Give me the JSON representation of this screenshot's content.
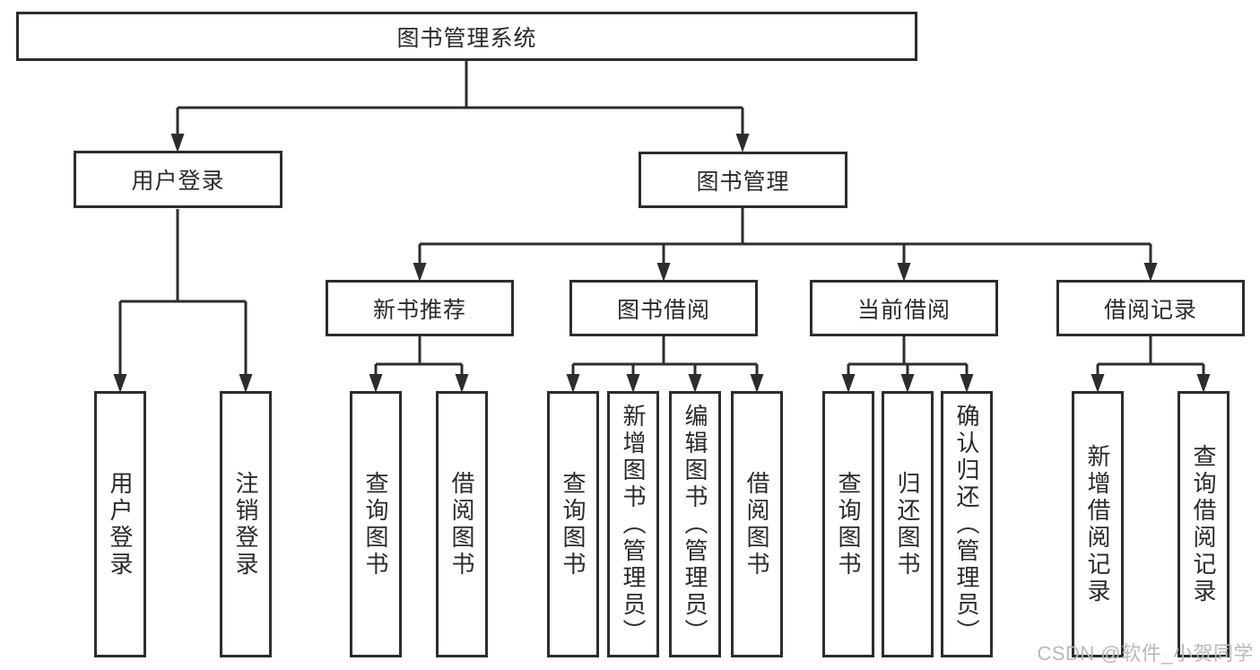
{
  "tree": {
    "root": {
      "label": "图书管理系统"
    },
    "level2": [
      {
        "label": "用户登录"
      },
      {
        "label": "图书管理"
      }
    ],
    "level3": [
      {
        "label": "新书推荐"
      },
      {
        "label": "图书借阅"
      },
      {
        "label": "当前借阅"
      },
      {
        "label": "借阅记录"
      }
    ],
    "leaves": {
      "user_login_group": [
        {
          "label": "用户登录"
        },
        {
          "label": "注销登录"
        }
      ],
      "new_book_group": [
        {
          "label": "查询图书"
        },
        {
          "label": "借阅图书"
        }
      ],
      "book_borrow_group": [
        {
          "label": "查询图书"
        },
        {
          "label": "新增图书（管理员）"
        },
        {
          "label": "编辑图书（管理员）"
        },
        {
          "label": "借阅图书"
        }
      ],
      "current_borrow_group": [
        {
          "label": "查询图书"
        },
        {
          "label": "归还图书"
        },
        {
          "label": "确认归还（管理员）"
        }
      ],
      "borrow_record_group": [
        {
          "label": "新增借阅记录"
        },
        {
          "label": "查询借阅记录"
        }
      ]
    }
  },
  "watermark": {
    "text": "CSDN @软件_小贺同学"
  },
  "colors": {
    "line": "#2d2d2d",
    "box_border": "#2d2d2d",
    "text": "#2a2a2a",
    "background": "#ffffff",
    "watermark": "#b9b9b9"
  }
}
